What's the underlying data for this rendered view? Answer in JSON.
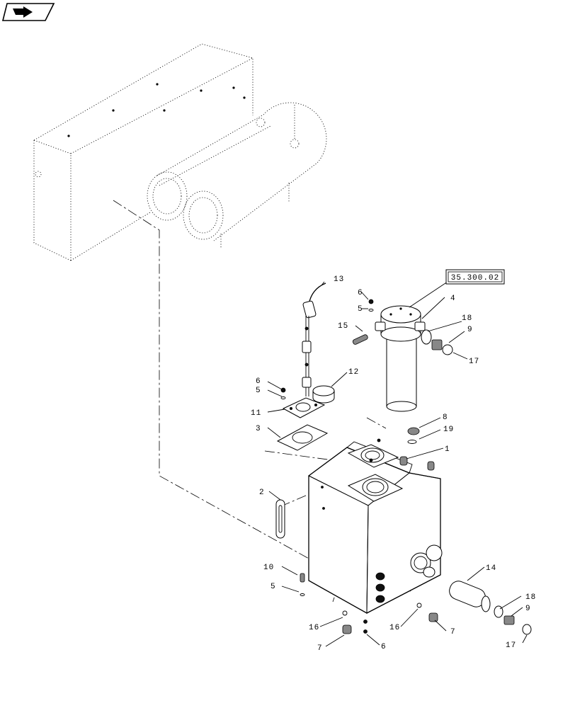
{
  "nav_icon": {
    "name": "return-arrow-icon"
  },
  "reference_box": {
    "label": "35.300.02"
  },
  "callouts": {
    "c1": "1",
    "c2": "2",
    "c3": "3",
    "c4": "4",
    "c5a": "5",
    "c5b": "5",
    "c5c": "5",
    "c6a": "6",
    "c6b": "6",
    "c6c": "6",
    "c7a": "7",
    "c7b": "7",
    "c8": "8",
    "c9a": "9",
    "c9b": "9",
    "c10": "10",
    "c11": "11",
    "c12": "12",
    "c13": "13",
    "c14": "14",
    "c15": "15",
    "c16a": "16",
    "c16b": "16",
    "c17a": "17",
    "c17b": "17",
    "c18a": "18",
    "c18b": "18",
    "c19": "19"
  }
}
